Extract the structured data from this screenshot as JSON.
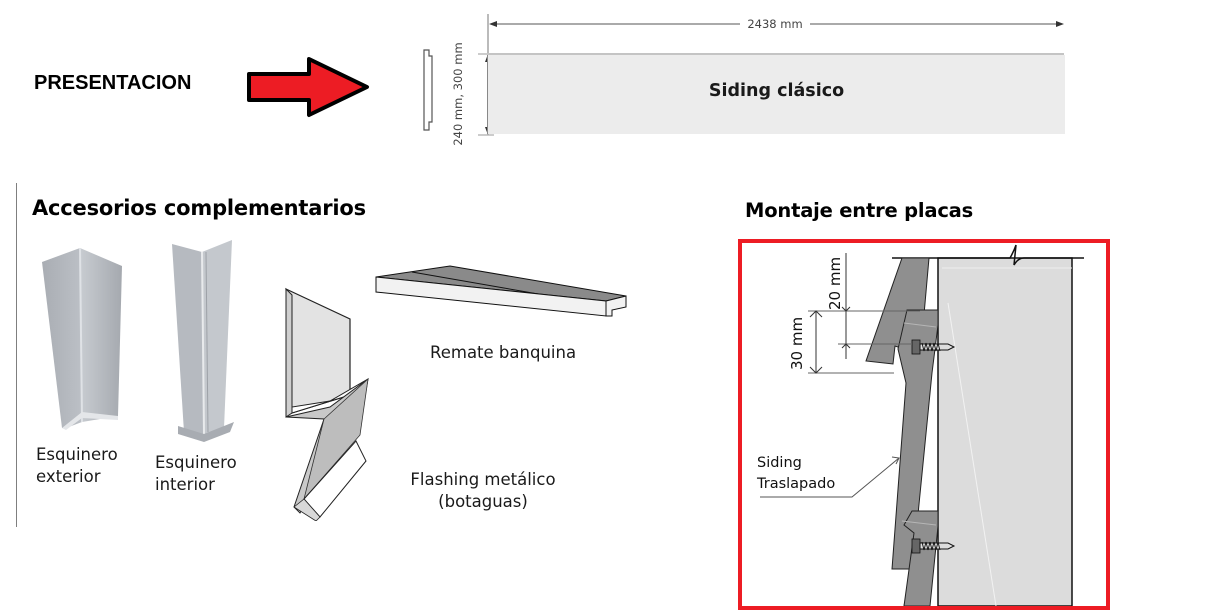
{
  "presentation": {
    "title": "PRESENTACION",
    "arrow_color": "#ed1c24",
    "panel": {
      "name": "Siding clásico",
      "length_label": "2438 mm",
      "height_label": "240 mm, 300 mm",
      "fill_color": "#ececec"
    }
  },
  "accessories": {
    "title": "Accesorios complementarios",
    "items": [
      {
        "id": "esquinero-exterior",
        "label_line1": "Esquinero",
        "label_line2": "exterior"
      },
      {
        "id": "esquinero-interior",
        "label_line1": "Esquinero",
        "label_line2": "interior"
      },
      {
        "id": "remate-banquina",
        "label_line1": "Remate banquina",
        "label_line2": ""
      },
      {
        "id": "flashing-metalico",
        "label_line1": "Flashing metálico",
        "label_line2": "(botaguas)"
      }
    ]
  },
  "mounting": {
    "title": "Montaje entre placas",
    "frame_color": "#ed1c24",
    "dimension_top": "20 mm",
    "dimension_overlap": "30 mm",
    "callout_line1": "Siding",
    "callout_line2": "Traslapado",
    "siding_color": "#8f8f8f",
    "board_color": "#dcdcdc"
  }
}
